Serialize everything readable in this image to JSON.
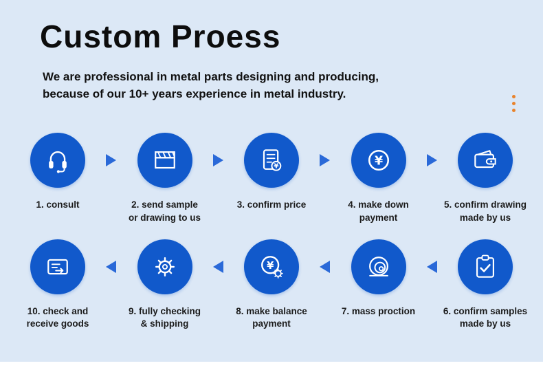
{
  "header": {
    "title": "Custom Proess",
    "subtitle": "We are professional in metal parts designing and producing,\nbecause of our 10+ years experience in metal industry."
  },
  "colors": {
    "background": "#dce8f6",
    "circle_blue": "#1159cb",
    "arrow_blue": "#2a69d8",
    "accent_orange": "#e8832c",
    "text": "#111111"
  },
  "process": {
    "row1": [
      {
        "label": "1. consult",
        "icon": "headset-icon"
      },
      {
        "label": "2. send sample\nor drawing to us",
        "icon": "clapperboard-icon"
      },
      {
        "label": "3. confirm price",
        "icon": "price-document-icon"
      },
      {
        "label": "4. make down\npayment",
        "icon": "yen-coin-icon"
      },
      {
        "label": "5. confirm drawing\nmade by us",
        "icon": "wallet-icon"
      }
    ],
    "row2": [
      {
        "label": "10. check and\nreceive goods",
        "icon": "receive-goods-icon"
      },
      {
        "label": "9. fully checking\n& shipping",
        "icon": "checking-gear-icon"
      },
      {
        "label": "8. make balance\npayment",
        "icon": "yen-gear-icon"
      },
      {
        "label": "7. mass proction",
        "icon": "coil-icon"
      },
      {
        "label": "6. confirm samples\nmade by us",
        "icon": "clipboard-check-icon"
      }
    ]
  }
}
